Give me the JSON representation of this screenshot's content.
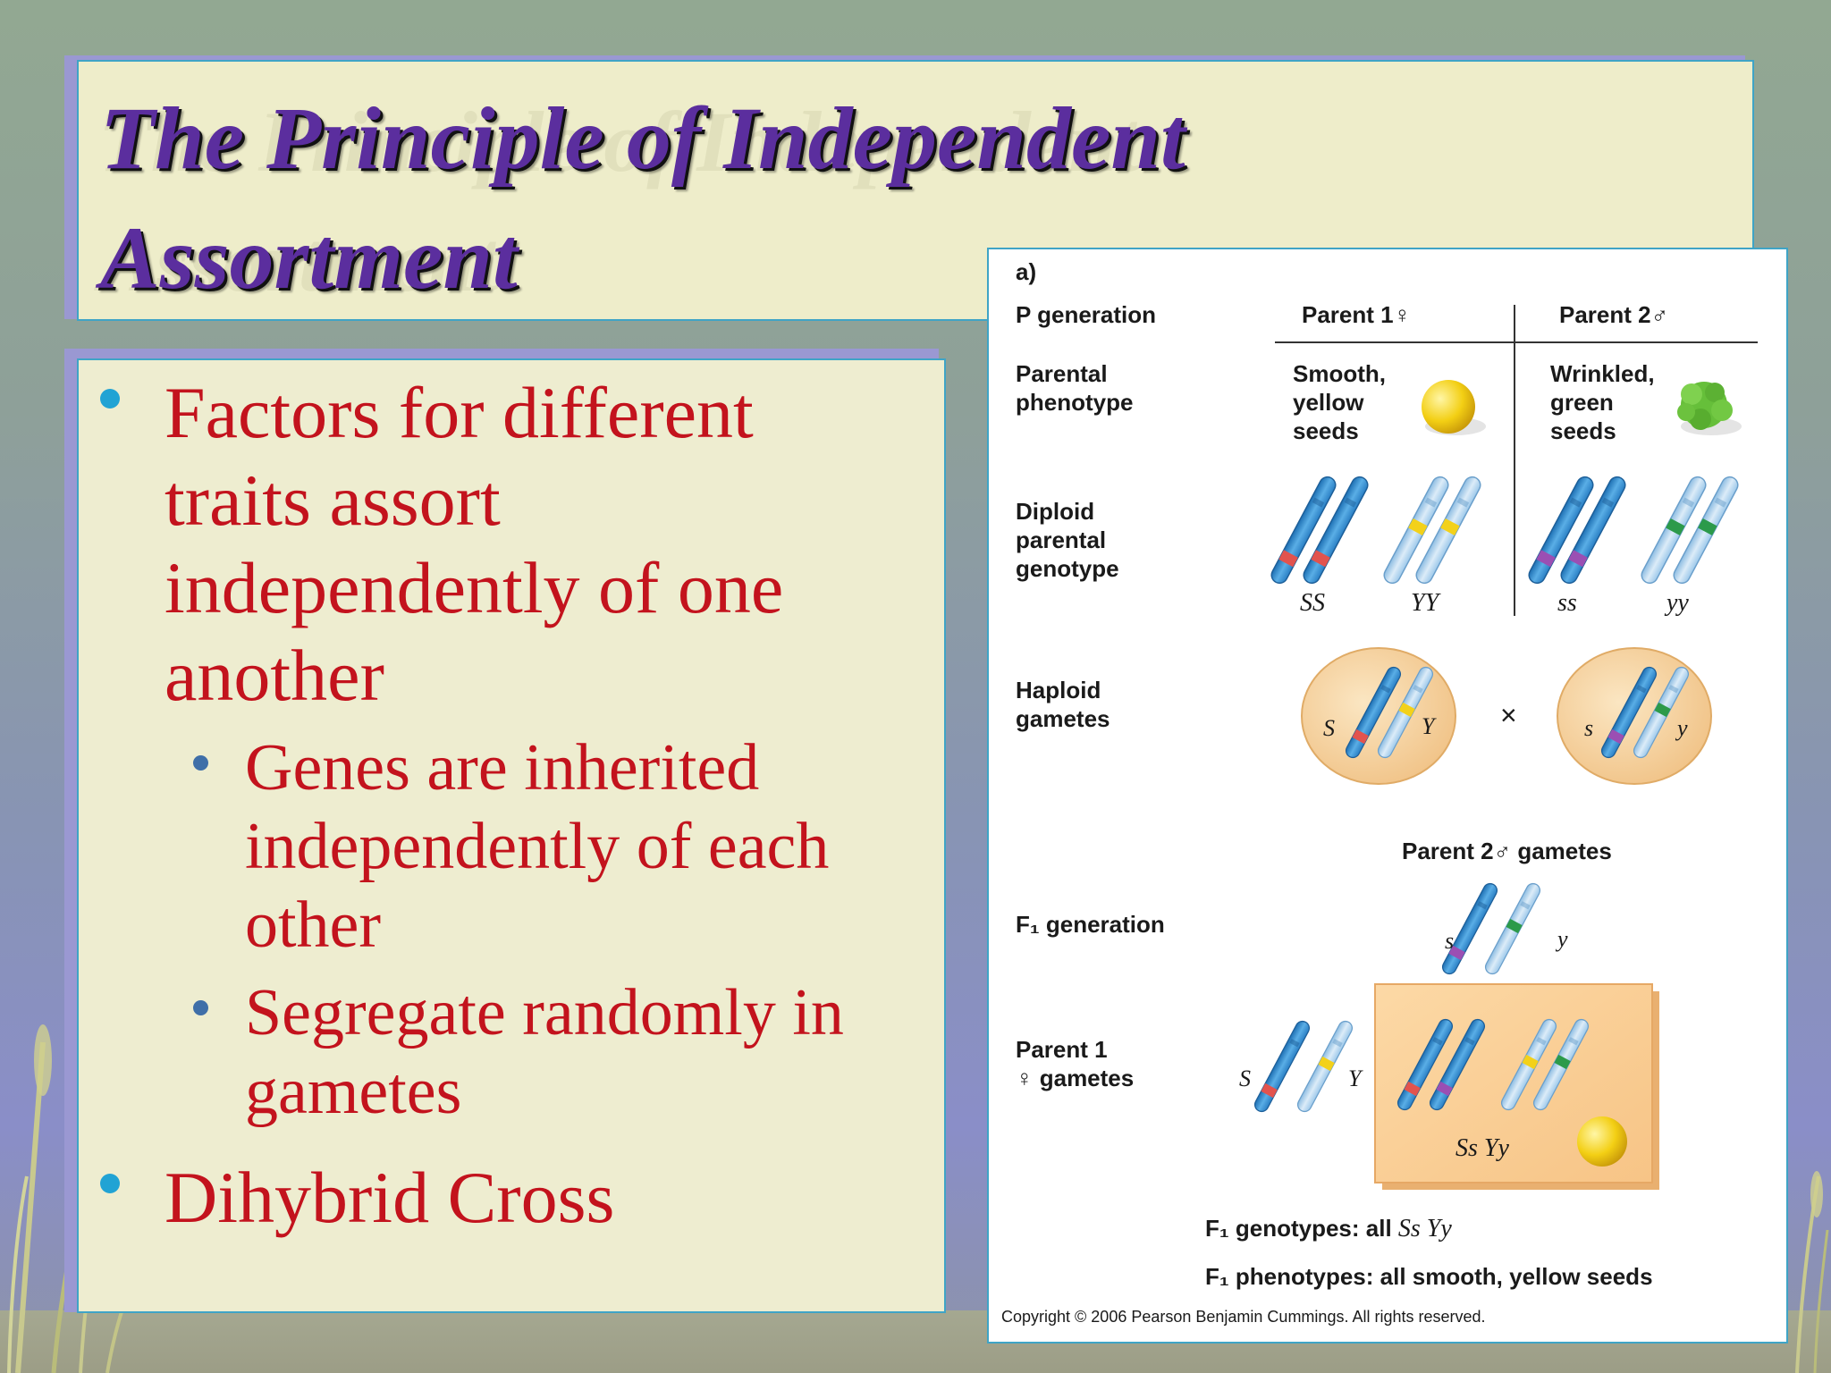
{
  "slide": {
    "title_line1": "The Principle of Independent",
    "title_line2": "Assortment",
    "bullets": [
      {
        "level": 1,
        "text_lines": [
          "Factors for different",
          "traits assort",
          "independently of one",
          "another"
        ]
      },
      {
        "level": 2,
        "text_lines": [
          "Genes are inherited",
          "independently of each",
          "other"
        ]
      },
      {
        "level": 2,
        "text_lines": [
          "Segregate randomly in",
          "gametes"
        ]
      },
      {
        "level": 1,
        "text_lines": [
          "Dihybrid Cross"
        ]
      }
    ]
  },
  "figure": {
    "panel_label": "a)",
    "p_generation": "P generation",
    "parent1_header": "Parent 1♀",
    "parent2_header": "Parent 2♂",
    "row_phenotype": [
      "Parental",
      "phenotype"
    ],
    "row_diploid": [
      "Diploid",
      "parental",
      "genotype"
    ],
    "row_haploid": [
      "Haploid",
      "gametes"
    ],
    "parent1_phenotype": [
      "Smooth,",
      "yellow",
      "seeds"
    ],
    "parent2_phenotype": [
      "Wrinkled,",
      "green",
      "seeds"
    ],
    "genotypes": [
      "SS",
      "YY",
      "ss",
      "yy"
    ],
    "gamete_alleles": [
      "S",
      "Y",
      "s",
      "y"
    ],
    "cross_symbol": "×",
    "parent2_gametes": "Parent 2♂ gametes",
    "f1_generation": "F₁ generation",
    "parent1_gametes": [
      "Parent 1",
      "♀ gametes"
    ],
    "offspring_genotype": "Ss Yy",
    "f1_genotypes_prefix": "F₁ genotypes: all ",
    "f1_genotypes_value": "Ss Yy",
    "f1_phenotypes": "F₁ phenotypes: all smooth, yellow seeds",
    "copyright": "Copyright © 2006 Pearson Benjamin Cummings. All rights reserved."
  },
  "colors": {
    "title": "#5b2e9e",
    "bullet_text": "#c3131d",
    "panel_bg": "#eeedd0",
    "panel_border": "#3fa4c6",
    "allele_S": "#e2534e",
    "allele_Y": "#f3d11a",
    "allele_s": "#9b4fb3",
    "allele_y": "#2c9a4a",
    "yellow_seed": "#f3cf14",
    "green_seed": "#66bf3a"
  }
}
